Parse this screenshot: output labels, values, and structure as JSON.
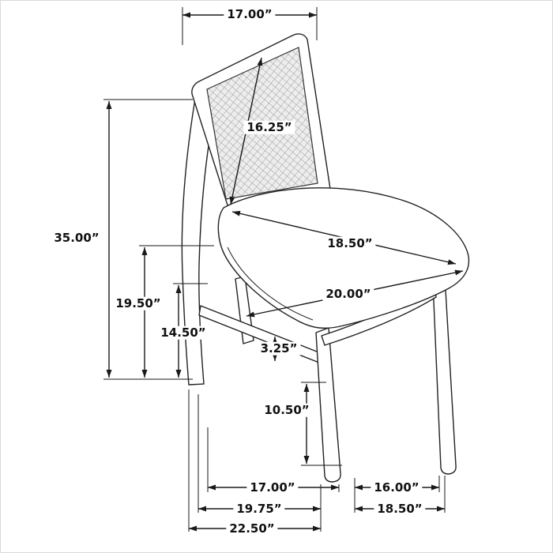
{
  "diagram": {
    "unit": "inches",
    "colors": {
      "line": "#1a1a1a",
      "mesh_base": "#ededed",
      "mesh_weave": "#9b9b9b",
      "background": "#ffffff"
    },
    "labels": {
      "back_width": "17.00”",
      "back_diagonal": "16.25”",
      "overall_height": "35.00”",
      "seat_height": "19.50”",
      "stretcher_height": "14.50”",
      "seat_diagonal": "18.50”",
      "seat_width": "20.00”",
      "stretcher_thickness": "3.25”",
      "front_leg_height": "10.50”",
      "front_width_inner": "17.00”",
      "side_depth_inner": "16.00”",
      "front_width_outer": "19.75”",
      "side_depth_outer": "18.50”",
      "overall_depth": "22.50”"
    }
  }
}
